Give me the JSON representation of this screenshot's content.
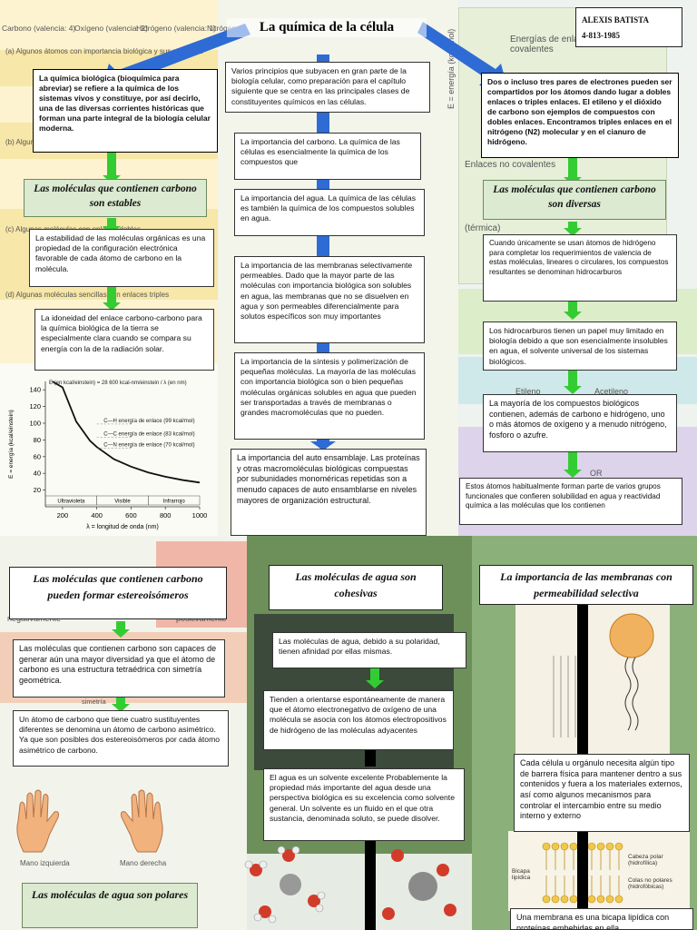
{
  "header": {
    "title": "La química de la célula",
    "author_name": "ALEXIS BATISTA",
    "author_id": "4-813-1985"
  },
  "colors": {
    "accent_green": "#33cc33",
    "arrow_blue": "#2e6bd4",
    "title_bg": "#dbead0"
  },
  "top_left": {
    "bg_labels": [
      "Carbono (valencia: 4)",
      "Oxígeno (valencia: 2)",
      "Hidrógeno (valencia: 1)",
      "Nitrógeno",
      "(a) Algunos átomos con importancia biológica y sus valencias",
      "(b) Algunas",
      "(c) Algunas moléculas con enlaces dobles",
      "(d) Algunas moléculas sencillas con enlaces triples"
    ],
    "intro": "La química biológica (bioquímica para abreviar) se refiere a la química de los sistemas vivos y constituye, por así decirlo, una de las diversas corrientes históricas que forman una parte integral de la biología celular moderna.",
    "title_stable": "Las moléculas que contienen carbono son estables",
    "stability": "La estabilidad de las moléculas orgánicas es una propiedad de la configuración electrónica favorable de cada átomo de carbono en la molécula.",
    "suitability": "La idoneidad del enlace carbono-carbono para la química biológica de la tierra se especialmente clara cuando se compara su energía con la de la radiación solar."
  },
  "chart_data": {
    "type": "line",
    "formula": "E (en kcal/einstein) = 28 600 kcal-nm/einstein / λ (en nm)",
    "xlabel": "λ = longitud de onda (nm)",
    "ylabel": "E = energía (kcal/einstein)",
    "xlim": [
      100,
      1000
    ],
    "ylim": [
      0,
      150
    ],
    "xticks": [
      200,
      400,
      600,
      800,
      1000
    ],
    "yticks": [
      20,
      40,
      60,
      80,
      100,
      120,
      140
    ],
    "series": [
      {
        "x": [
          140,
          200,
          280,
          360,
          400,
          500,
          600,
          700,
          800,
          900,
          1000
        ],
        "y": [
          150,
          143,
          102,
          79,
          71.5,
          57,
          48,
          41,
          36,
          32,
          29
        ]
      }
    ],
    "annotations": [
      {
        "text": "C—H energía de enlace (99 kcal/mol)",
        "y": 99
      },
      {
        "text": "C—C energía de enlace (83 kcal/mol)",
        "y": 83
      },
      {
        "text": "C—N energía de enlace (70 kcal/mol)",
        "y": 70
      }
    ],
    "regions": [
      "Ultravioleta",
      "Visible",
      "Infrarrojo"
    ]
  },
  "center": {
    "principles": "Varios principios que subyacen en gran parte de la biología celular, como preparación para el capítulo siguiente que se centra en las principales clases de constituyentes químicos en las células.",
    "carbon": "La importancia del carbono. La química de las células es esencialmente la química de los compuestos que",
    "water": "La importancia del agua. La química de las células es también la química de los compuestos solubles en agua.",
    "membranes": "La importancia de las membranas selectivamente permeables. Dado que la mayor parte de las moléculas con importancia biológica son solubles en agua, las membranas que no se disuelven en agua y son permeables diferencialmente para solutos específicos son muy importantes",
    "synthesis": "La importancia de la síntesis y polimerización de pequeñas moléculas. La mayoría de las moléculas con importancia biológica son o bien pequeñas moléculas orgánicas solubles en agua que pueden ser transportadas a través de membranas o grandes macromoléculas que no pueden.",
    "assembly": "La importancia del auto ensamblaje. Las proteínas y otras macromoléculas biológicas compuestas por subunidades monoméricas repetidas son a menudo capaces de auto ensamblarse en niveles mayores de organización estructural."
  },
  "right": {
    "bg_labels": [
      "Energías de enlaces covalentes",
      "Enlaces no covalentes",
      "E = energía (kcal/mol)",
      "(térmica)",
      "Etileno",
      "Acetileno",
      "OR"
    ],
    "double_bonds": "Dos o incluso tres pares de electrones pueden ser compartidos por los átomos dando lugar a dobles enlaces o triples enlaces. El etileno y el dióxido de carbono son ejemplos de compuestos con dobles enlaces. Encontramos triples enlaces en el nitrógeno (N2) molecular y en el cianuro de hidrógeno.",
    "title_diverse": "Las moléculas que contienen carbono son diversas",
    "hydrocarbons": "Cuando únicamente se usan átomos de hidrógeno para completar los requerimientos de valencia de estas moléculas, lineares o circulares, los compuestos resultantes se denominan hidrocarburos",
    "hc_role": "Los hidrocarburos tienen un papel muy limitado en biología debido a que son esencialmente insolubles en agua, el solvente universal de los sistemas biológicos.",
    "compounds": "La mayoría de los compuestos biológicos contienen, además de carbono e hidrógeno, uno o más átomos de oxígeno y a menudo nitrógeno, fosforo o azufre.",
    "functional": "Estos átomos habitualmente forman parte de varios grupos funcionales que confieren solubilidad en agua y reactividad química a las moléculas que los contienen"
  },
  "bottom_left": {
    "bg_labels": [
      "negativamente",
      "positivamente",
      "Mano izquierda",
      "Mano derecha",
      "simetría"
    ],
    "title_stereo": "Las moléculas que contienen carbono pueden formar estereoisómeros",
    "diversity": "Las moléculas que contienen carbono son capaces de generar aún una mayor diversidad ya que el átomo de carbono es una estructura tetraédrica con simetría geométrica.",
    "asymmetric": "Un átomo de carbono que tiene cuatro sustituyentes diferentes se denomina un átomo de carbono asimétrico. Ya que son posibles dos estereoisómeros por cada átomo asimétrico de carbono.",
    "title_polar": "Las moléculas de agua son polares"
  },
  "bottom_mid": {
    "title_cohesive": "Las moléculas de agua son cohesivas",
    "polarity": "Las moléculas de agua, debido a su polaridad, tienen afinidad por ellas mismas.",
    "orientation": "Tienden a orientarse espontáneamente de manera que el átomo electronegativo de oxígeno de una molécula se asocia con los átomos electropositivos de hidrógeno de las moléculas adyacentes",
    "solvent": "El agua es un solvente excelente Probablemente la propiedad más importante del agua desde una perspectiva biológica es su excelencia como solvente general. Un solvente es un fluido en el que otra sustancia, denominada soluto, se puede disolver."
  },
  "bottom_right": {
    "title_membranes": "La importancia de las membranas con permeabilidad selectiva",
    "bg_labels": [
      "Cabeza polar (hidrofílica)",
      "Colas no polares (hidrofóbicas)",
      "Bicapa lipídica"
    ],
    "barrier": "Cada célula u orgánulo necesita algún tipo de barrera física para mantener dentro a sus contenidos y fuera a los materiales externos, así como algunos mecanismos para controlar el intercambio entre su medio interno y externo",
    "bilayer": "Una membrana es una bicapa lipídica con proteínas embebidas en ella"
  }
}
